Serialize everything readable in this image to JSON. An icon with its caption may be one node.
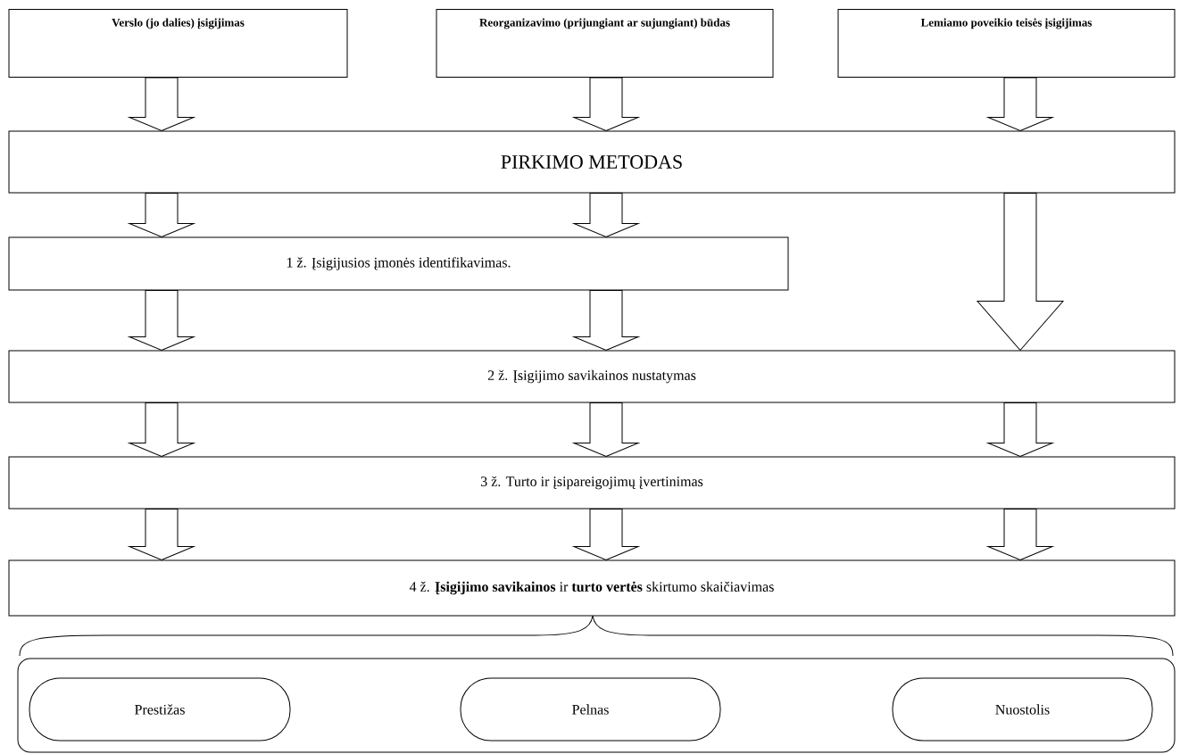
{
  "diagram": {
    "nodes": [
      {
        "text": [
          "Verslo (jo dalies) įsigijimas"
        ]
      },
      {
        "text": [
          "Reorganizavimo (prijungiant ar sujungiant) būdas"
        ]
      },
      {
        "text": [
          "Lemiamo poveikio teisės įsigijimas"
        ]
      },
      {
        "text": [
          "PIRKIMO METODAS"
        ]
      },
      {
        "text": [
          "1 ž. Įsigijusios įmonės identifikavimas."
        ]
      },
      {
        "text": [
          "2 ž. Įsigijimo savikainos nustatymas"
        ]
      },
      {
        "text": [
          "3 ž. Turto ir įsipareigojimų įvertinimas"
        ]
      },
      {
        "text": [
          "4 ž. **Įsigijimo savikainos** ir **turto vertės** skirtumo skaičiavimas"
        ]
      },
      {
        "text": [],
        "shape": "box"
      },
      {
        "text": [
          "Prestižas"
        ],
        "in": 8
      },
      {
        "text": [
          "Pelnas"
        ],
        "in": 8
      },
      {
        "text": [
          "Nuostolis"
        ],
        "in": 8
      }
    ],
    "edges": [
      {
        "from": 0,
        "to": 3,
        "arrow": "to"
      },
      {
        "from": 1,
        "to": 3,
        "arrow": "to"
      },
      {
        "from": 2,
        "to": 3,
        "arrow": "to"
      },
      {
        "from": 3,
        "to": 4,
        "arrow": "to"
      },
      {
        "from": 3,
        "to": 4,
        "arrow": "to"
      },
      {
        "from": 3,
        "to": 5,
        "arrow": "to"
      },
      {
        "from": 4,
        "to": 5,
        "arrow": "to"
      },
      {
        "from": 4,
        "to": 5,
        "arrow": "to"
      },
      {
        "from": 5,
        "to": 6,
        "arrow": "to"
      },
      {
        "from": 5,
        "to": 6,
        "arrow": "to"
      },
      {
        "from": 5,
        "to": 6,
        "arrow": "to"
      },
      {
        "from": 6,
        "to": 7,
        "arrow": "to"
      },
      {
        "from": 6,
        "to": 7,
        "arrow": "to"
      },
      {
        "from": 6,
        "to": 7,
        "arrow": "to"
      }
    ]
  }
}
